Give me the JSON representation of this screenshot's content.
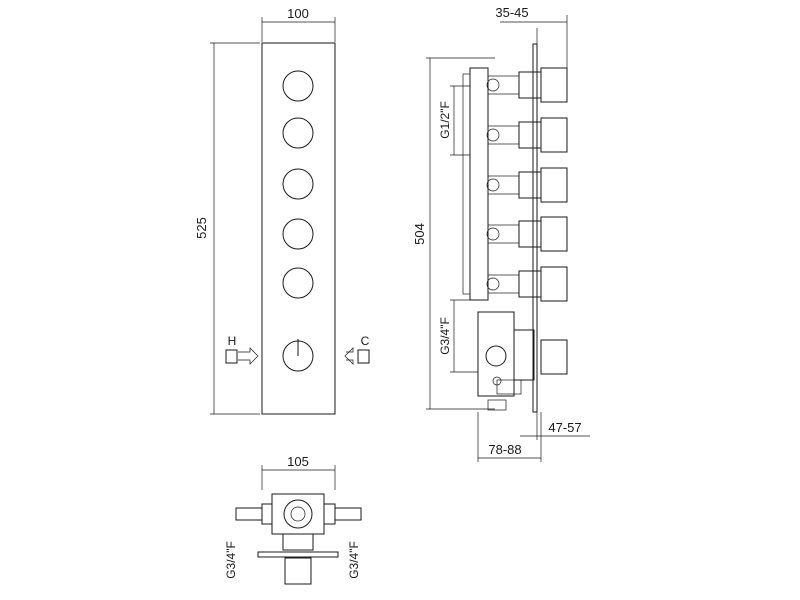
{
  "front_view": {
    "width_dim": "100",
    "height_dim": "525",
    "hot_label": "H",
    "cold_label": "C",
    "outlet_knobs": 5
  },
  "side_view": {
    "depth_dim_top": "35-45",
    "height_dim": "504",
    "inlet_label_upper": "G1/2\"F",
    "inlet_label_lower": "G3/4\"F",
    "depth_dim_right": "47-57",
    "depth_dim_bottom": "78-88"
  },
  "bottom_view": {
    "width_dim": "105",
    "left_label": "G3/4\"F",
    "right_label": "G3/4\"F"
  }
}
